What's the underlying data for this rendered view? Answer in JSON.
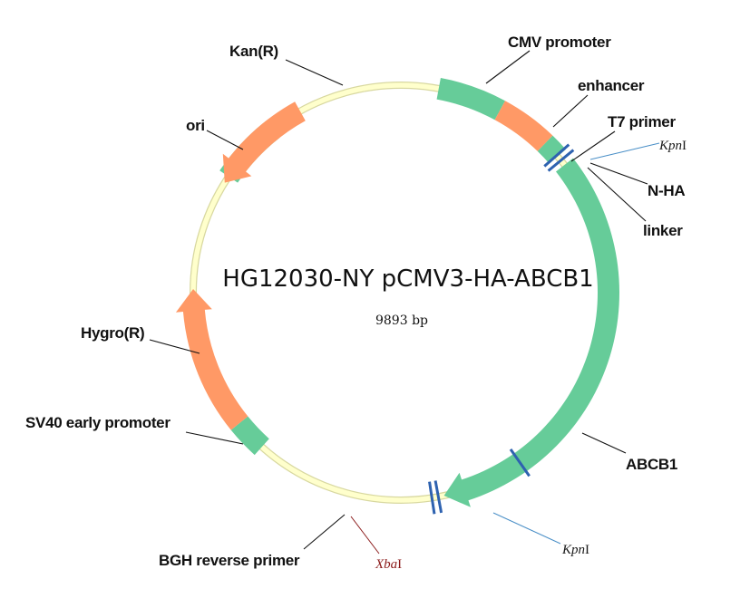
{
  "plasmid": {
    "name": "HG12030-NY pCMV3-HA-ABCB1",
    "size_label": "9893 bp"
  },
  "colors": {
    "backbone_fill": "#FFFFCC",
    "backbone_stroke": "#D8D8A0",
    "green_feature": "#66CC99",
    "orange_feature": "#FF9966",
    "site_marker": "#2E62B0",
    "kpn_label": "#1A1A1A",
    "xba_label": "#8B1A1A",
    "site_leader": "#4A8FC7"
  },
  "features": [
    {
      "id": "cmv",
      "name": "CMV promoter",
      "color": "green",
      "start_deg": 10.5,
      "end_deg": 28.5,
      "arrow": false
    },
    {
      "id": "enh",
      "name": "enhancer",
      "color": "orange",
      "start_deg": 28.5,
      "end_deg": 44,
      "arrow": false
    },
    {
      "id": "t7",
      "name": "T7 primer",
      "color": "green",
      "start_deg": 44,
      "end_deg": 49,
      "arrow": false
    },
    {
      "id": "abcb1",
      "name": "ABCB1",
      "color": "green",
      "start_deg": 52,
      "end_deg": 168,
      "arrow": "end"
    },
    {
      "id": "sv40",
      "name": "SV40 early promoter",
      "color": "green",
      "start_deg": 222,
      "end_deg": 231,
      "arrow": false
    },
    {
      "id": "hygro",
      "name": "Hygro(R)",
      "color": "orange",
      "start_deg": 231,
      "end_deg": 271,
      "arrow": "end"
    },
    {
      "id": "ori",
      "name": "ori",
      "color": "green",
      "start_deg": 304,
      "end_deg": 322,
      "arrow": false
    },
    {
      "id": "kan",
      "name": "Kan(R)",
      "color": "orange",
      "start_deg": 331,
      "end_deg": 302,
      "arrow": "end"
    }
  ],
  "annotations": [
    {
      "id": "n-ha",
      "name": "N-HA"
    },
    {
      "id": "linker",
      "name": "linker"
    },
    {
      "id": "bgh",
      "name": "BGH reverse primer"
    }
  ],
  "sites": [
    {
      "id": "kpn-top",
      "enzyme_italic": "Kpn",
      "enzyme_suffix": "I",
      "deg": 49.5
    },
    {
      "id": "kpn-bottom",
      "enzyme_italic": "Kpn",
      "enzyme_suffix": "I",
      "deg": 145
    },
    {
      "id": "xba",
      "enzyme_italic": "Xba",
      "enzyme_suffix": "I",
      "deg": 170.5
    }
  ]
}
